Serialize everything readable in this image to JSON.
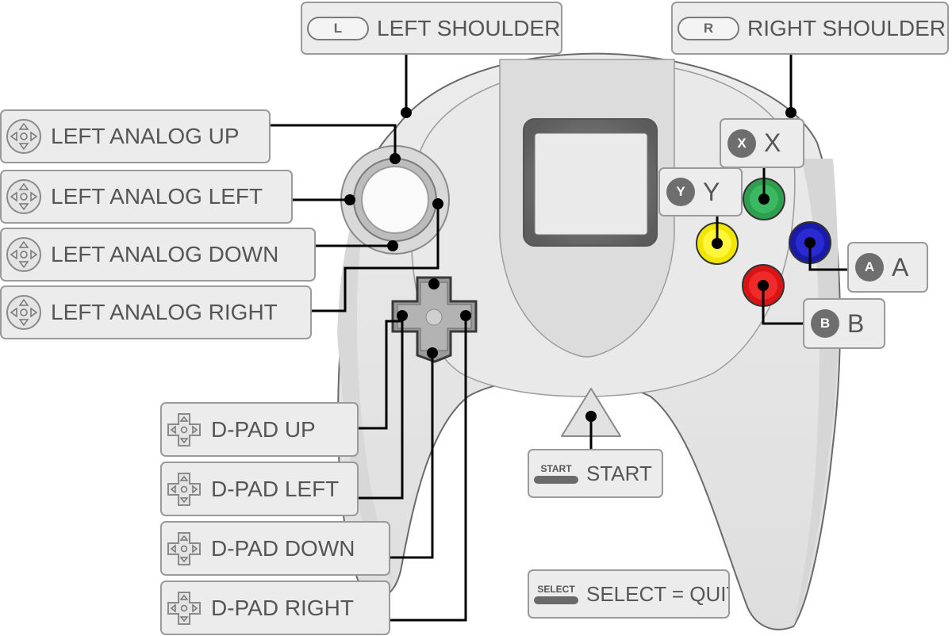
{
  "labels": {
    "left_shoulder": {
      "badge": "L",
      "text": "LEFT SHOULDER"
    },
    "right_shoulder": {
      "badge": "R",
      "text": "RIGHT SHOULDER"
    },
    "left_analog_up": {
      "text": "LEFT ANALOG UP"
    },
    "left_analog_left": {
      "text": "LEFT ANALOG LEFT"
    },
    "left_analog_down": {
      "text": "LEFT ANALOG DOWN"
    },
    "left_analog_right": {
      "text": "LEFT ANALOG RIGHT"
    },
    "dpad_up": {
      "text": "D-PAD UP"
    },
    "dpad_left": {
      "text": "D-PAD LEFT"
    },
    "dpad_down": {
      "text": "D-PAD DOWN"
    },
    "dpad_right": {
      "text": "D-PAD RIGHT"
    },
    "x": {
      "badge": "X",
      "text": "X"
    },
    "y": {
      "badge": "Y",
      "text": "Y"
    },
    "a": {
      "badge": "A",
      "text": "A"
    },
    "b": {
      "badge": "B",
      "text": "B"
    },
    "start": {
      "badge": "START",
      "text": "START"
    },
    "select": {
      "badge": "SELECT",
      "text": "SELECT = QUIT"
    }
  },
  "colors": {
    "controller_body": "#e6e6e6",
    "button_x": "#2e9e4f",
    "button_y": "#f1e600",
    "button_a": "#1a1aa8",
    "button_b": "#d91414",
    "label_bg": "#ececec",
    "label_border": "#9a9a9a",
    "connector": "#000000"
  },
  "icons": {
    "analog": "dpad-arrows-icon",
    "dpad": "dpad-cross-icon"
  }
}
